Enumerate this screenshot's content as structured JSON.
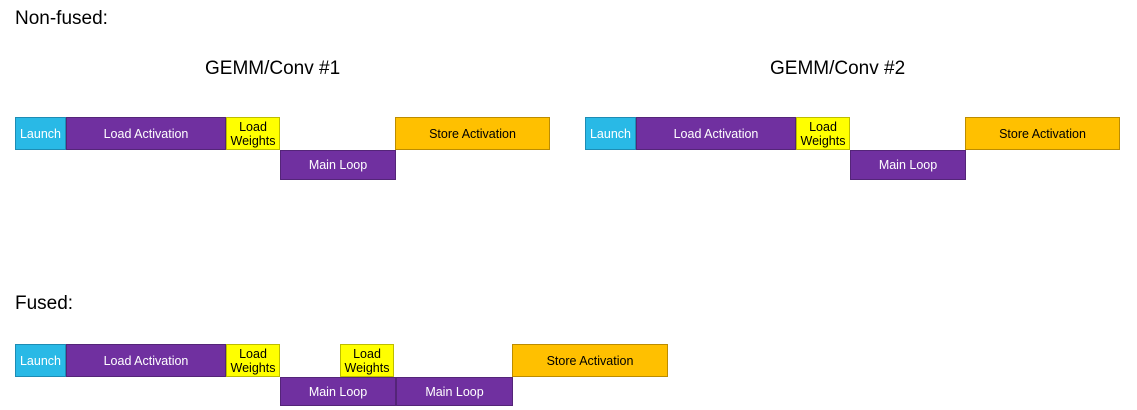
{
  "sections": {
    "non_fused_label": "Non-fused:",
    "fused_label": "Fused:",
    "gemm1_title": "GEMM/Conv #1",
    "gemm2_title": "GEMM/Conv #2"
  },
  "blocks": {
    "launch": "Launch",
    "load_activation": "Load Activation",
    "load_weights": "Load Weights",
    "main_loop": "Main Loop",
    "store_activation": "Store Activation"
  },
  "colors": {
    "launch_fill": "#29b9e6",
    "launch_border": "#1e8cb4",
    "purple_fill": "#7030a0",
    "purple_border": "#542578",
    "yellow_fill": "#ffff00",
    "yellow_border": "#bdbd00",
    "orange_fill": "#ffc000",
    "orange_border": "#bc8c00"
  }
}
